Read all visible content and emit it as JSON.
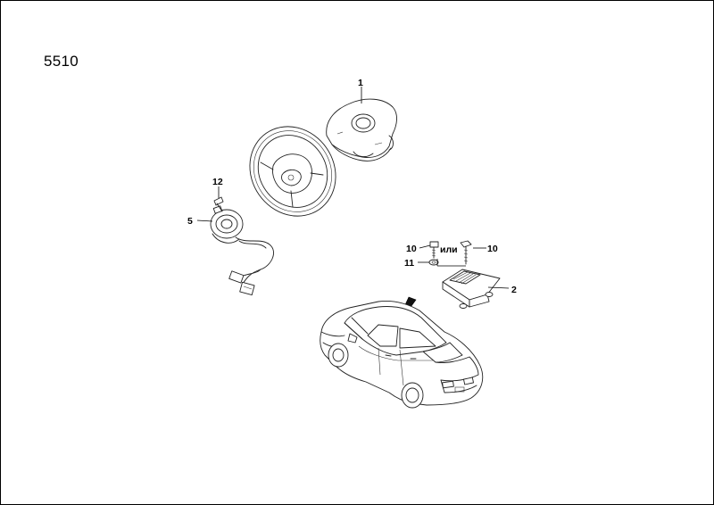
{
  "page": {
    "number": "5510"
  },
  "callouts": {
    "c1": "1",
    "c2": "2",
    "c5": "5",
    "c10a": "10",
    "c10b": "10",
    "c11": "11",
    "c12": "12",
    "or_text": "или"
  }
}
